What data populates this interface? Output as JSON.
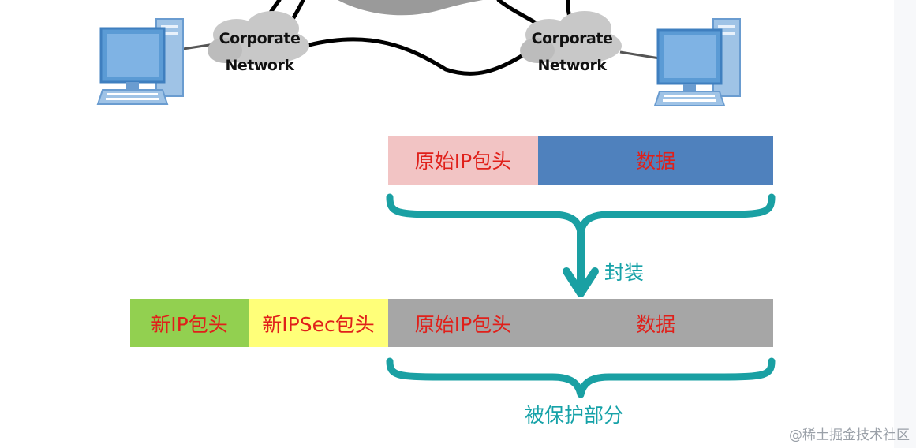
{
  "network": {
    "left_cloud": {
      "line1": "Corporate",
      "line2": "Network"
    },
    "right_cloud": {
      "line1": "Corporate",
      "line2": "Network"
    }
  },
  "original_packet": {
    "header": "原始IP包头",
    "data": "数据"
  },
  "encapsulate_label": "封装",
  "new_packet": {
    "new_ip_header": "新IP包头",
    "ipsec_header": "新IPSec包头",
    "orig_header": "原始IP包头",
    "data": "数据"
  },
  "protected_label": "被保护部分",
  "watermark": "@稀土掘金技术社区",
  "colors": {
    "header_pink": "#f2c4c4",
    "data_blue": "#4f81bd",
    "new_ip_green": "#92d050",
    "ipsec_yellow": "#ffff79",
    "protected_gray": "#a6a6a6",
    "brace_teal": "#1aa0a3",
    "label_red": "#e0201a"
  }
}
